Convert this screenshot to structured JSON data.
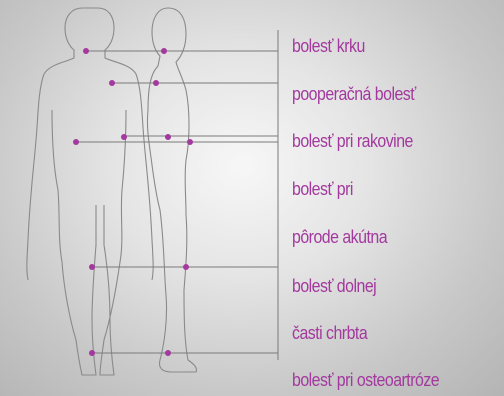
{
  "accent_color": "#a3399e",
  "line_color": "#7a7a7a",
  "labels": [
    {
      "text": "bolesť krku"
    },
    {
      "text": "pooperačná bolesť"
    },
    {
      "text": "bolesť pri rakovine"
    },
    {
      "text": "bolesť pri"
    },
    {
      "text": "pôrode akútna"
    },
    {
      "text": "bolesť dolnej"
    },
    {
      "text": "časti chrbta"
    },
    {
      "text": "bolesť pri osteoartróze"
    }
  ]
}
